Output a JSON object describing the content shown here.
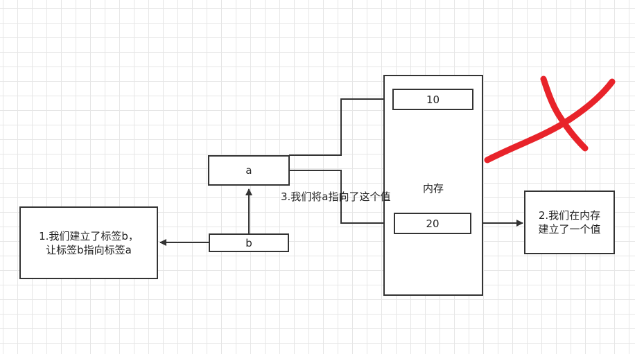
{
  "nodes": {
    "memory": {
      "label": "内存"
    },
    "value_10": {
      "label": "10"
    },
    "value_20": {
      "label": "20"
    },
    "label_a": {
      "label": "a"
    },
    "label_b": {
      "label": "b"
    },
    "note_step1": {
      "line1": "1.我们建立了标签b，",
      "line2": "让标签b指向标签a"
    },
    "note_step2": {
      "line1": "2.我们在内存",
      "line2": "建立了一个值"
    }
  },
  "edge_labels": {
    "step3": "3.我们将a指向了这个值"
  },
  "annotation": {
    "cross_mark_icon": "red-cross-mark",
    "cross_color": "#e8232a"
  },
  "colors": {
    "line": "#333333",
    "grid": "#e6e6e6"
  }
}
